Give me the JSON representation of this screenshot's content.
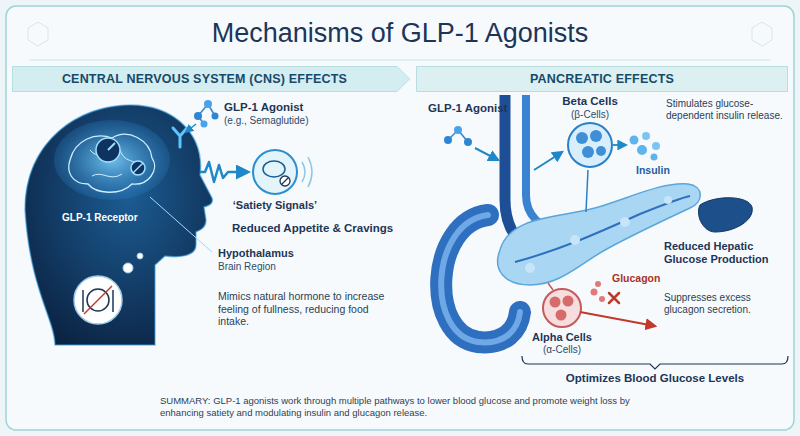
{
  "diagram": {
    "title": "Mechanisms of GLP-1 Agonists",
    "caption": "SUMMARY: GLP-1 agonists work through multiple pathways to lower blood glucose and promote weight loss by enhancing satiety and modulating insulin and glucagon release.",
    "nodes": [
      {
        "text": [
          "CENTRAL NERVOUS SYSTEM (CNS) EFFECTS"
        ]
      },
      {
        "text": [
          "PANCREATIC EFFECTS"
        ]
      }
    ],
    "labels": [
      "GLP-1 Agonist",
      "(e.g., Semaglutide)",
      "GLP-1 Receptor",
      "‘Satiety Signals’",
      "Hypothalamus",
      "Brain Region",
      "Reduced Appetite & Cravings",
      "Mimics natural hormone to increase feeling of fullness, reducing food intake.",
      "GLP-1 Agonist",
      "Beta Cells",
      "(β-Cells)",
      "Stimulates glucose-dependent insulin release.",
      "Insulin",
      "Reduced Hepatic Glucose Production",
      "Glucagon",
      "Suppresses excess glucagon secretion.",
      "Alpha Cells",
      "(α-Cells)",
      "Optimizes Blood Glucose Levels"
    ]
  }
}
